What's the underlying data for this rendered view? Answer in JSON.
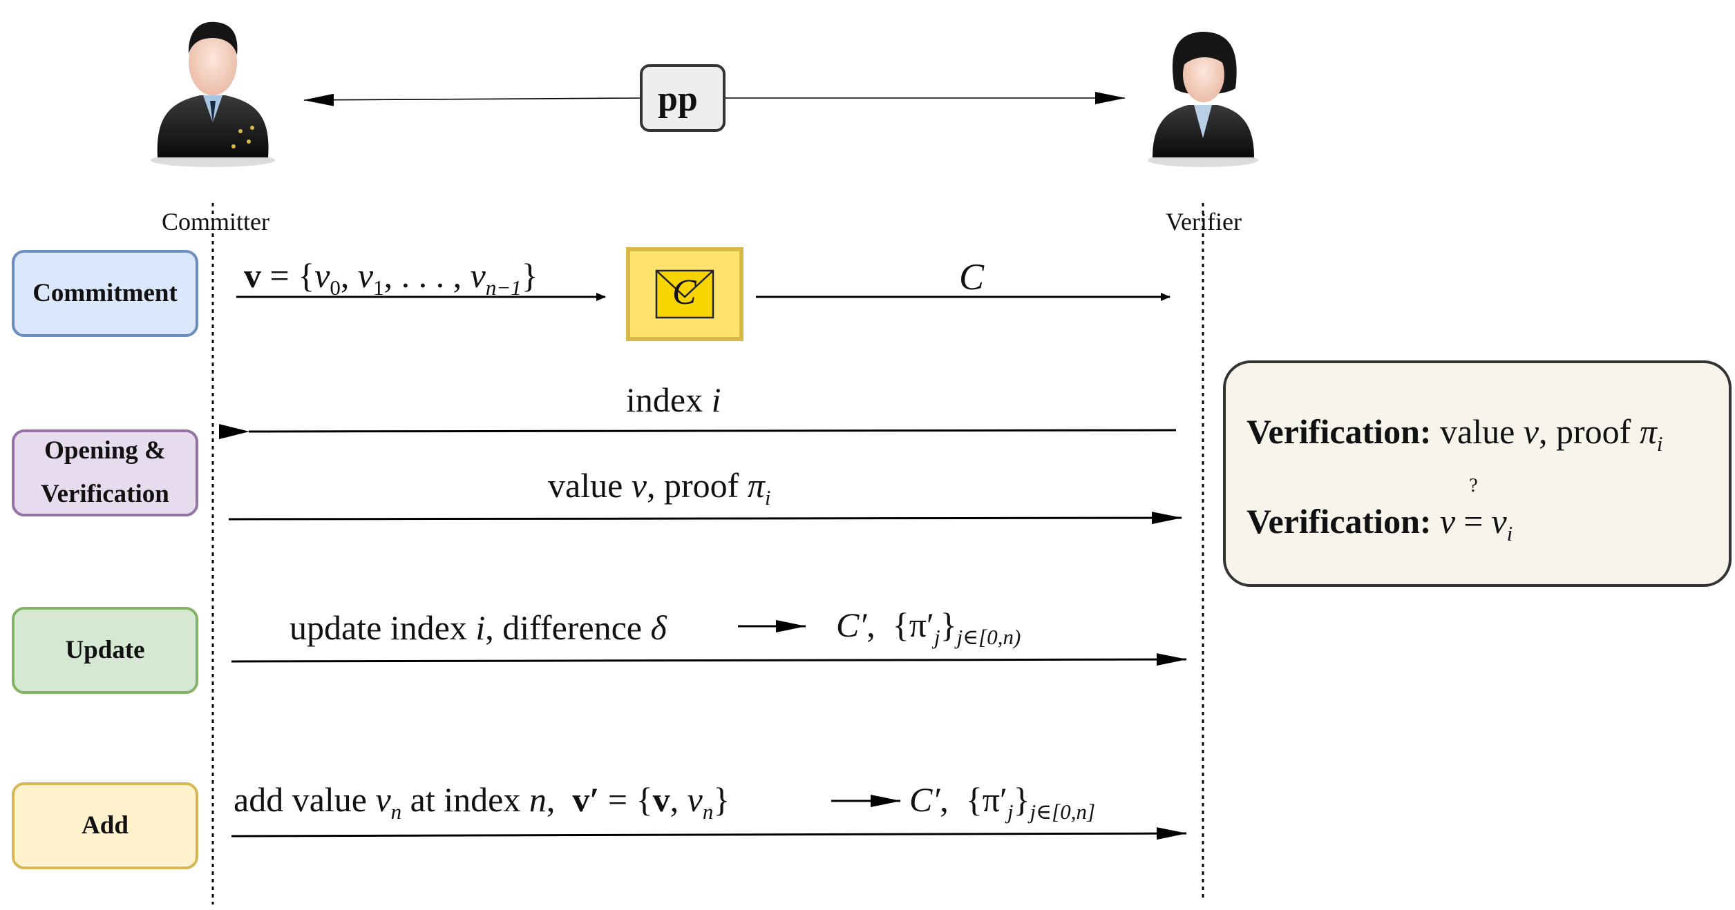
{
  "actors": {
    "committer": {
      "label": "Committer",
      "icon": "businessman-avatar-icon"
    },
    "verifier": {
      "label": "Verifier",
      "icon": "businesswoman-avatar-icon"
    }
  },
  "public_params": {
    "label": "pp"
  },
  "commitment_icon": {
    "symbol": "C",
    "icon": "sealed-envelope-icon"
  },
  "phases": [
    {
      "label": "Commitment",
      "color": "#dbe8fb",
      "border": "#6c8ebf"
    },
    {
      "label": "Opening & Verification",
      "color": "#e6dcee",
      "border": "#9673a6"
    },
    {
      "label": "Update",
      "color": "#d6e8d4",
      "border": "#82b366"
    },
    {
      "label": "Add",
      "color": "#fff2cc",
      "border": "#d6b656"
    }
  ],
  "messages": {
    "commit_input": {
      "bold_v": "v",
      "eq": " = {",
      "v0": "v",
      "s0": "0",
      "c1": ", ",
      "v1": "v",
      "s1": "1",
      "dots": ", . . . , ",
      "vn": "v",
      "sn": "n−1",
      "close": "}"
    },
    "commit_output": {
      "C": "C"
    },
    "index": {
      "text": "index ",
      "i": "i"
    },
    "open_reply": {
      "t1": "value ",
      "v": "v",
      "t2": ", proof ",
      "pi": "π",
      "sub": "i"
    },
    "update": {
      "t1": "update index ",
      "i": "i",
      "t2": ", difference ",
      "delta": "δ",
      "C": "C′",
      "set": "{π′",
      "j": "j",
      "close": "}",
      "range": "j∈[0,n)"
    },
    "add": {
      "t1": "add value ",
      "v": "v",
      "n": "n",
      "t2": " at index ",
      "idx": "n",
      "comma": ",",
      "vp": "v′",
      "eq": " = {",
      "vb": "v",
      "c": ", ",
      "v2": "v",
      "n2": "n",
      "close": "}",
      "C": "C′",
      "set": "{π′",
      "j": "j",
      "close2": "}",
      "range": "j∈[0,n]"
    }
  },
  "verification": {
    "line1": {
      "head": "Verification:",
      "t1": " value ",
      "v": "v",
      "t2": ", proof ",
      "pi": "π",
      "sub": "i"
    },
    "line2": {
      "head": "Verification:",
      "v": "v",
      "q": "?",
      "eq": "=",
      "vi": "v",
      "sub": "i"
    }
  }
}
